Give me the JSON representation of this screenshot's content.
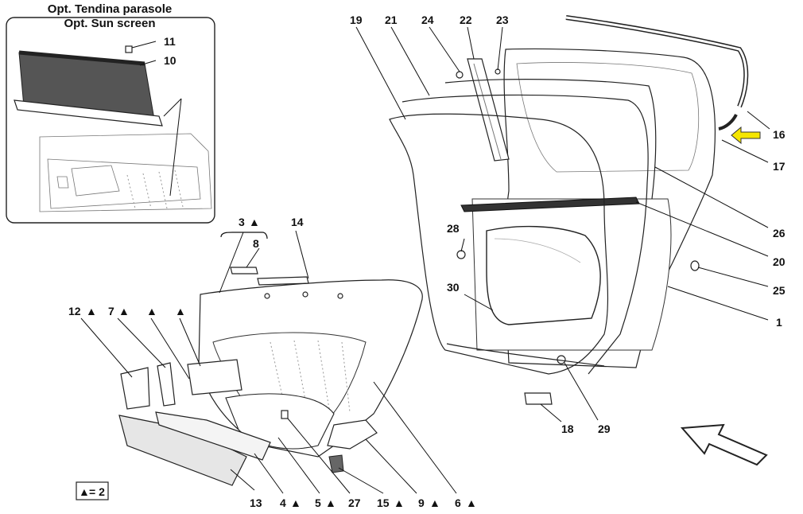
{
  "inset": {
    "title_it": "Opt. Tendina parasole",
    "title_en": "Opt. Sun screen"
  },
  "marker": "▲",
  "callouts": {
    "c1": "1",
    "c3": "3",
    "c4": "4",
    "c5": "5",
    "c6": "6",
    "c7": "7",
    "c8": "8",
    "c9": "9",
    "c10": "10",
    "c11": "11",
    "c12": "12",
    "c13": "13",
    "c14": "14",
    "c15": "15",
    "c16": "16",
    "c17": "17",
    "c18": "18",
    "c19": "19",
    "c20": "20",
    "c21": "21",
    "c22": "22",
    "c23": "23",
    "c24": "24",
    "c25": "25",
    "c26": "26",
    "c27": "27",
    "c28": "28",
    "c29": "29",
    "c30": "30"
  },
  "legend": {
    "symbol": "▲",
    "text": "= 2"
  },
  "colors": {
    "highlight_arrow": "#f5e600"
  }
}
